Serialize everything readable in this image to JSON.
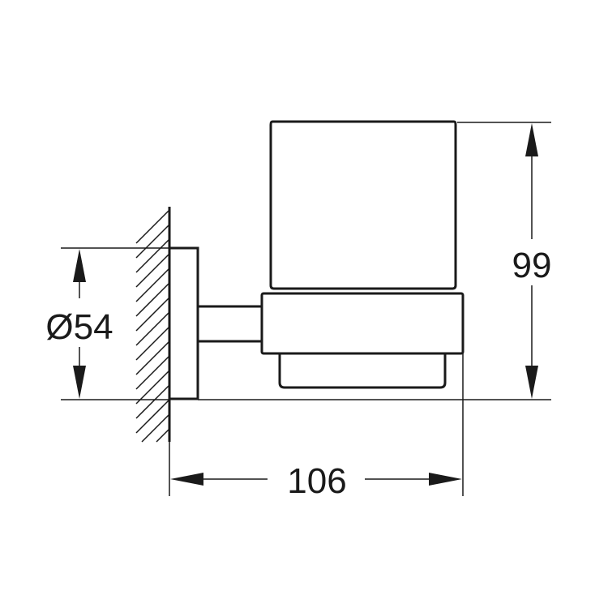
{
  "dimensions": {
    "height": {
      "value": "99"
    },
    "diameter": {
      "value": "Ø54"
    },
    "width": {
      "value": "106"
    }
  }
}
